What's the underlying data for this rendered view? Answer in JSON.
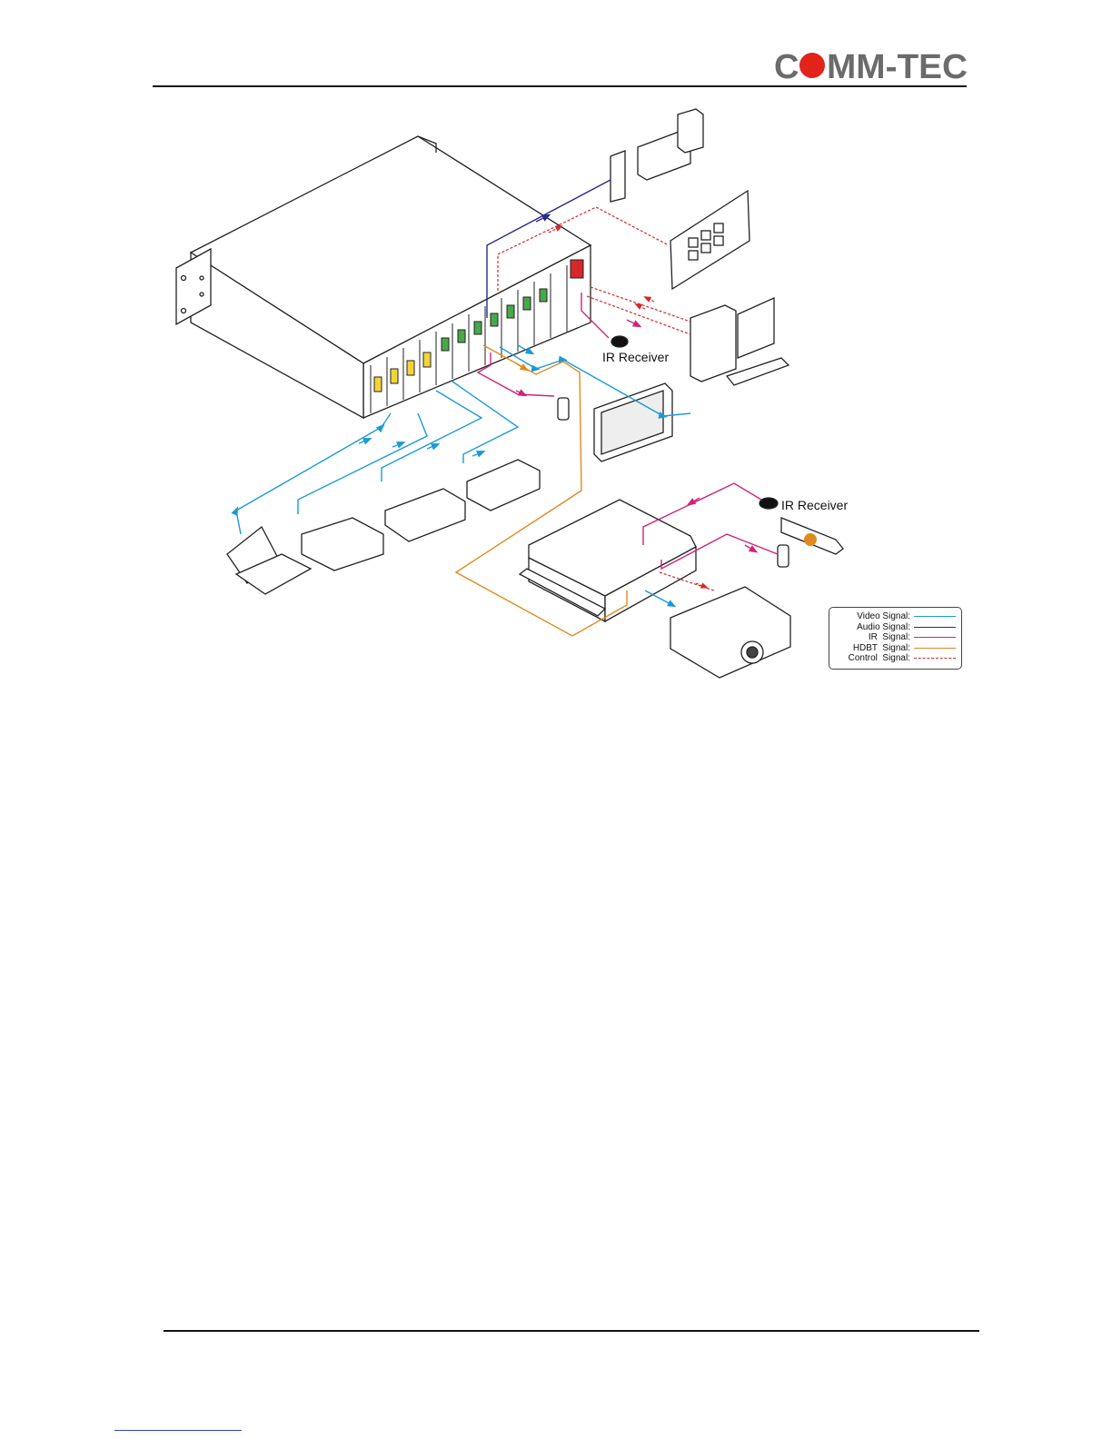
{
  "header": {
    "logo": {
      "text_pre": "C",
      "text_post": "MM-TEC",
      "text_color": "#6b6b6b",
      "dot_color": "#e2231a"
    }
  },
  "diagram": {
    "labels": {
      "ir_receiver_top": "IR Receiver",
      "ir_receiver_bottom": "IR Receiver"
    },
    "colors": {
      "video": "#1a9ad6",
      "audio": "#2a2a8a",
      "ir": "#d0237a",
      "hdbt": "#e08a1e",
      "control": "#d62828"
    },
    "legend": [
      {
        "label": "Video Signal:",
        "color": "#1a9ad6",
        "style": "solid"
      },
      {
        "label": "Audio Signal:",
        "color": "#2a2a8a",
        "style": "solid"
      },
      {
        "label": "IR  Signal:",
        "color": "#d0237a",
        "style": "solid"
      },
      {
        "label": "HDBT  Signal:",
        "color": "#e08a1e",
        "style": "solid"
      },
      {
        "label": "Control  Signal:",
        "color": "#d62828",
        "style": "dashed"
      }
    ]
  }
}
